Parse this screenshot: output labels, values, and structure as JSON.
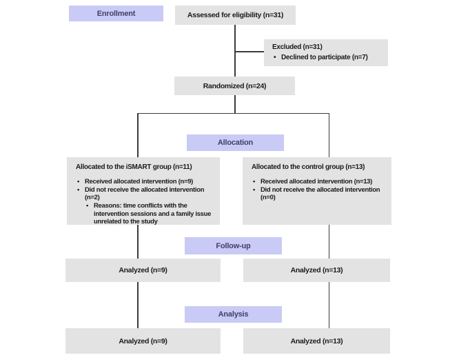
{
  "glyphs": {
    "bullet": "•"
  },
  "colors": {
    "stage_label_bg": "#c9caf5",
    "stage_label_text": "#3f3f66",
    "box_bg": "#e3e3e3",
    "box_text": "#1a1a1a",
    "line": "#3a3a3a",
    "page_bg": "#ffffff"
  },
  "stages": {
    "enrollment": "Enrollment",
    "allocation": "Allocation",
    "followup": "Follow-up",
    "analysis": "Analysis"
  },
  "flow": {
    "assessed": {
      "title": "Assessed for eligibility (n=31)"
    },
    "excluded": {
      "title": "Excluded (n=31)",
      "bullets": [
        "Declined to participate (n=7)"
      ]
    },
    "randomized": {
      "title": "Randomized (n=24)"
    },
    "allocated_ismart": {
      "title": "Allocated to the iSMART group (n=11)",
      "bullets": [
        "Received allocated intervention (n=9)",
        "Did not receive the allocated intervention (n=2)"
      ],
      "sub_bullets": [
        "Reasons: time conflicts with the intervention sessions and a family issue unrelated to the study"
      ]
    },
    "allocated_control": {
      "title": "Allocated to the control group (n=13)",
      "bullets": [
        "Received allocated intervention (n=13)",
        "Did not receive the allocated intervention (n=0)"
      ]
    },
    "followup_ismart": {
      "title": "Analyzed (n=9)"
    },
    "followup_control": {
      "title": "Analyzed (n=13)"
    },
    "analysis_ismart": {
      "title": "Analyzed (n=9)"
    },
    "analysis_control": {
      "title": "Analyzed (n=13)"
    }
  }
}
